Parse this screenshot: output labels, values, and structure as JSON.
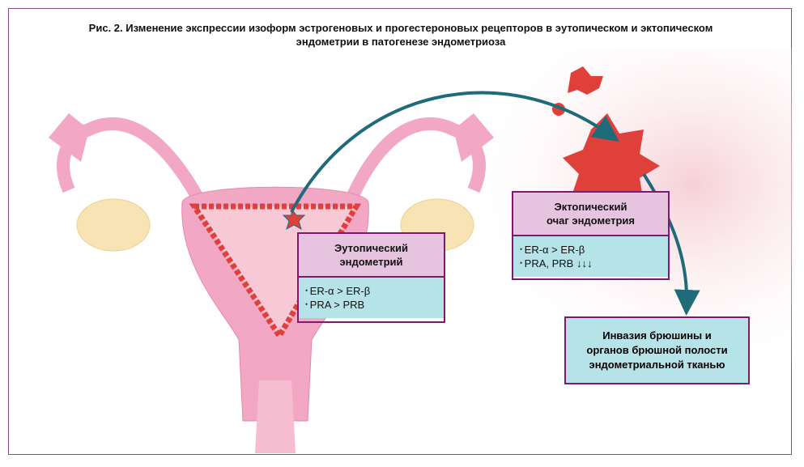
{
  "title_line1": "Рис. 2. Изменение экспрессии изоформ эстрогеновых и прогестероновых рецепторов в эутопическом и эктопическом",
  "title_line2": "эндометрии в патогенезе эндометриоза",
  "eutopic": {
    "header_line1": "Эутопический",
    "header_line2": "эндометрий",
    "items": [
      "ER-α > ER-β",
      "PRA > PRB"
    ]
  },
  "ectopic": {
    "header_line1": "Эктопический",
    "header_line2": "очаг эндометрия",
    "items": [
      "ER-α > ER-β",
      "PRA, PRB ↓↓↓"
    ]
  },
  "invasion": {
    "line1": "Инвазия брюшины и",
    "line2": "органов брюшной полости",
    "line3": "эндометриальной тканью"
  },
  "colors": {
    "frame": "#8a4a86",
    "arrow": "#1f6b7a",
    "header_bg": "#e6c3df",
    "body_bg": "#b5e3e8",
    "lesion": "#e0403a",
    "uterus": "#f2a7c4"
  }
}
